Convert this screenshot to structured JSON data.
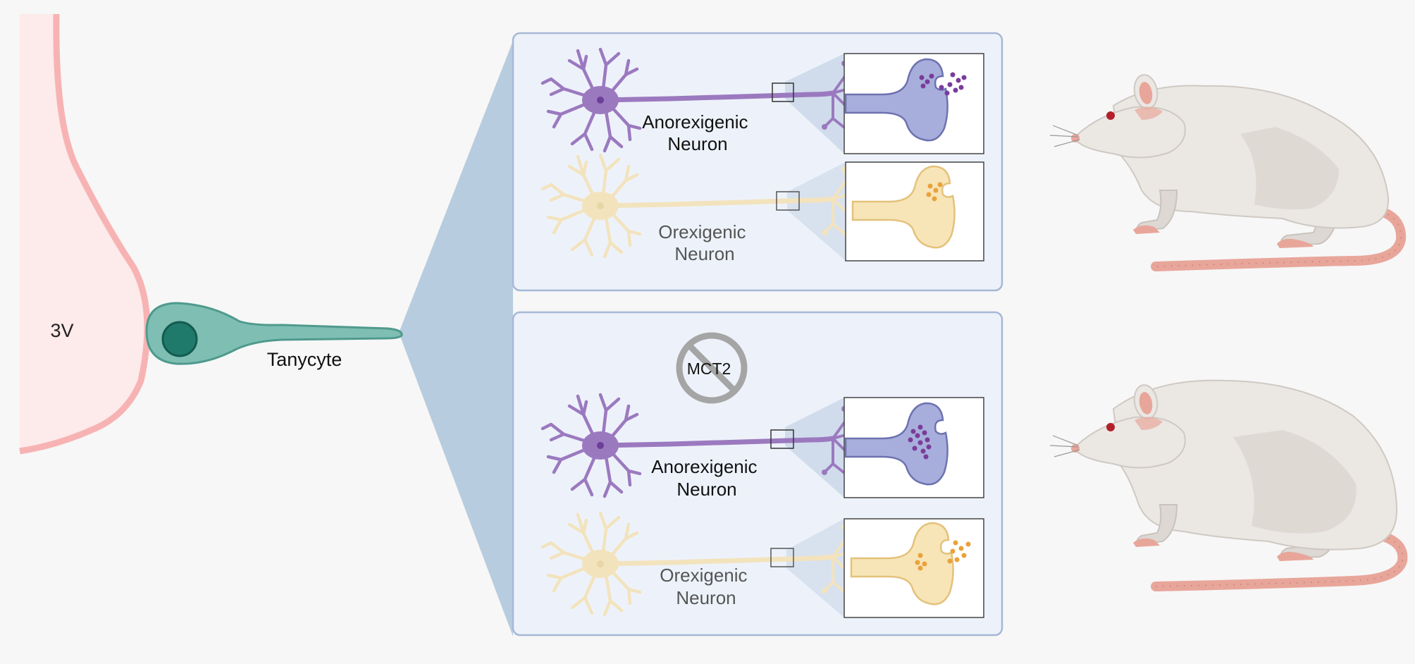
{
  "ventricle": {
    "label": "3V"
  },
  "tanycyte": {
    "label": "Tanycyte"
  },
  "panels": [
    {
      "neurons": [
        {
          "line1": "Anorexigenic",
          "line2": "Neuron",
          "vesicles": "released"
        },
        {
          "line1": "Orexigenic",
          "line2": "Neuron",
          "vesicles": "retained"
        }
      ]
    },
    {
      "inhibition": {
        "label": "MCT2",
        "icon": "prohibition-icon"
      },
      "neurons": [
        {
          "line1": "Anorexigenic",
          "line2": "Neuron",
          "vesicles": "retained"
        },
        {
          "line1": "Orexigenic",
          "line2": "Neuron",
          "vesicles": "released"
        }
      ]
    }
  ],
  "animals": [
    {
      "icon": "lean-rat-icon",
      "build": "lean"
    },
    {
      "icon": "obese-rat-icon",
      "build": "obese"
    }
  ],
  "colors": {
    "ventricle_fill": "#fdeaea",
    "ventricle_edge": "#f7b3b3",
    "tanycyte": "#7fbfb3",
    "tanycyte_nucleus": "#1f7a6c",
    "panel_fill": "#edf2fa",
    "panel_edge": "#a6b8d6",
    "funnel": "#b8ccdf",
    "anorexigenic": "#9b79bf",
    "anorexigenic_terminal": "#a7aedb",
    "anorexigenic_vesicle": "#7a3c9a",
    "orexigenic": "#f3e3bd",
    "orexigenic_terminal": "#f7e5b8",
    "orexigenic_vesicle": "#e9a23a",
    "rat_body": "#ebe7e3",
    "rat_pink": "#e8a69a"
  }
}
